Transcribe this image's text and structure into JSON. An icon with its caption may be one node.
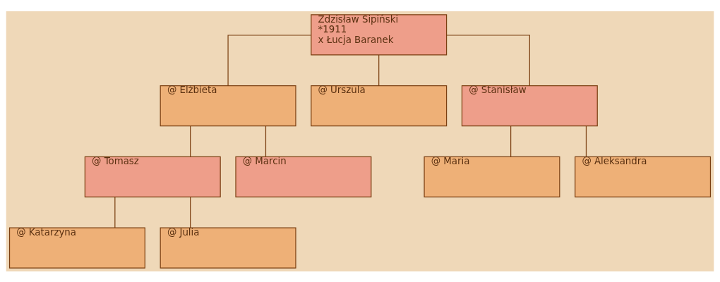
{
  "diagram": {
    "nodes": [
      {
        "text": [
          "Zdzisław Sipiński",
          "*1911",
          "x Łucja Baranek"
        ]
      },
      {
        "text": [
          "@ Elżbieta"
        ]
      },
      {
        "text": [
          "@ Urszula"
        ]
      },
      {
        "text": [
          "@ Stanisław"
        ]
      },
      {
        "text": [
          "@ Tomasz"
        ]
      },
      {
        "text": [
          "@ Marcin"
        ]
      },
      {
        "text": [
          "@ Maria"
        ]
      },
      {
        "text": [
          "@ Aleksandra"
        ]
      },
      {
        "text": [
          "@ Katarzyna"
        ]
      },
      {
        "text": [
          "@ Julia"
        ]
      }
    ],
    "edges": [
      {
        "from": 0,
        "to": 1,
        "arrow": "none"
      },
      {
        "from": 0,
        "to": 2,
        "arrow": "none"
      },
      {
        "from": 0,
        "to": 3,
        "arrow": "none"
      },
      {
        "from": 1,
        "to": 4,
        "arrow": "none"
      },
      {
        "from": 1,
        "to": 5,
        "arrow": "none"
      },
      {
        "from": 3,
        "to": 6,
        "arrow": "none"
      },
      {
        "from": 3,
        "to": 7,
        "arrow": "none"
      },
      {
        "from": 4,
        "to": 8,
        "arrow": "none"
      },
      {
        "from": 4,
        "to": 9,
        "arrow": "none"
      }
    ]
  }
}
